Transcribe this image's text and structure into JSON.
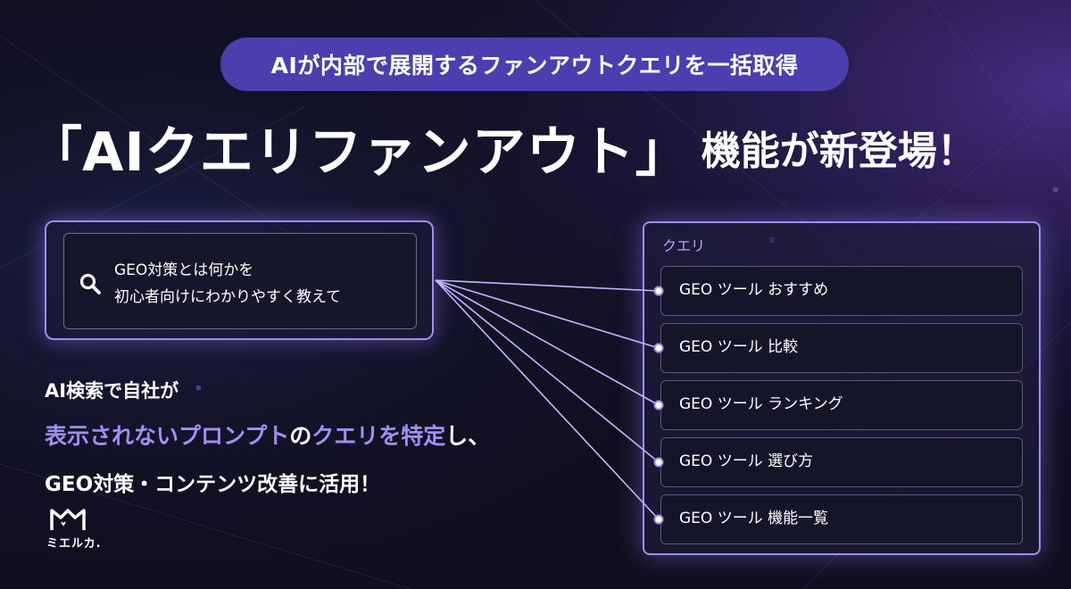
{
  "badge": "AIが内部で展開するファンアウトクエリを一括取得",
  "headline": {
    "open_bracket": "「",
    "feature_name": "AIクエリファンアウト",
    "close_bracket": "」",
    "tail": "機能が新登場！"
  },
  "prompt": {
    "line1": "GEO対策とは何かを",
    "line2": "初心者向けにわかりやすく教えて"
  },
  "description": {
    "line1": "AI検索で自社が",
    "line2_highlight1": "表示されないプロンプト",
    "line2_mid": "の",
    "line2_highlight2": "クエリを特定",
    "line2_end": "し、",
    "line3": "GEO対策・コンテンツ改善に活用！"
  },
  "query_panel": {
    "title": "クエリ",
    "items": [
      "GEO ツール おすすめ",
      "GEO ツール 比較",
      "GEO ツール ランキング",
      "GEO ツール 選び方",
      "GEO ツール 機能一覧"
    ]
  },
  "brand": {
    "name": "ミエルカ."
  },
  "colors": {
    "background": "#100f1f",
    "badge": "#4b3fb0",
    "accent": "#a08ff0",
    "connector": "#c4b6ff"
  }
}
